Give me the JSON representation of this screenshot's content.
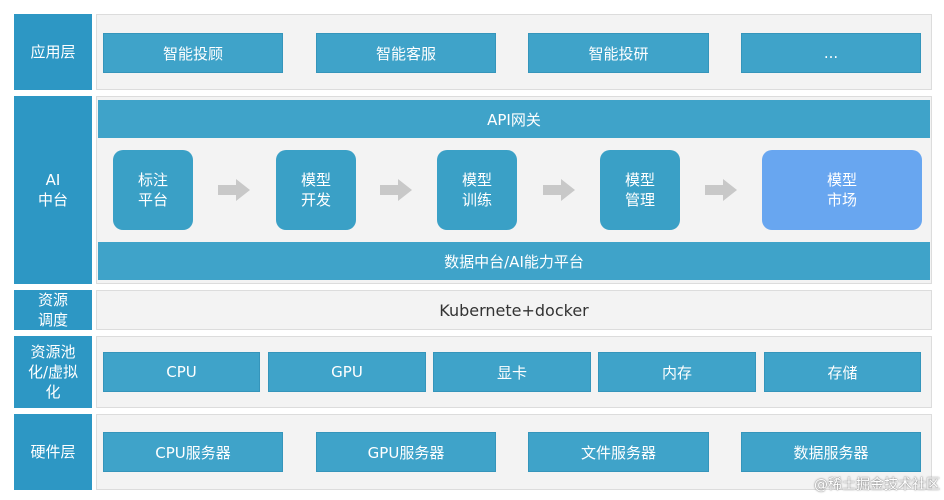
{
  "layers": {
    "app": {
      "label": "应用层",
      "items": [
        "智能投顾",
        "智能客服",
        "智能投研",
        "..."
      ]
    },
    "ai": {
      "label": "AI\n中台",
      "gateway": "API网关",
      "steps": [
        "标注\n平台",
        "模型\n开发",
        "模型\n训练",
        "模型\n管理",
        "模型\n市场"
      ],
      "data_platform": "数据中台/AI能力平台"
    },
    "schedule": {
      "label": "资源\n调度",
      "content": "Kubernete+docker"
    },
    "pool": {
      "label": "资源池\n化/虚拟\n化",
      "items": [
        "CPU",
        "GPU",
        "显卡",
        "内存",
        "存储"
      ]
    },
    "hardware": {
      "label": "硬件层",
      "items": [
        "CPU服务器",
        "GPU服务器",
        "文件服务器",
        "数据服务器"
      ]
    }
  },
  "watermark": "@稀土掘金技术社区",
  "colors": {
    "label_bg": "#2d97c4",
    "box_bg": "#3fa3c9",
    "highlight_step": "#68a6f0",
    "panel_bg": "#f3f3f3",
    "arrow": "#c8c8c8"
  }
}
